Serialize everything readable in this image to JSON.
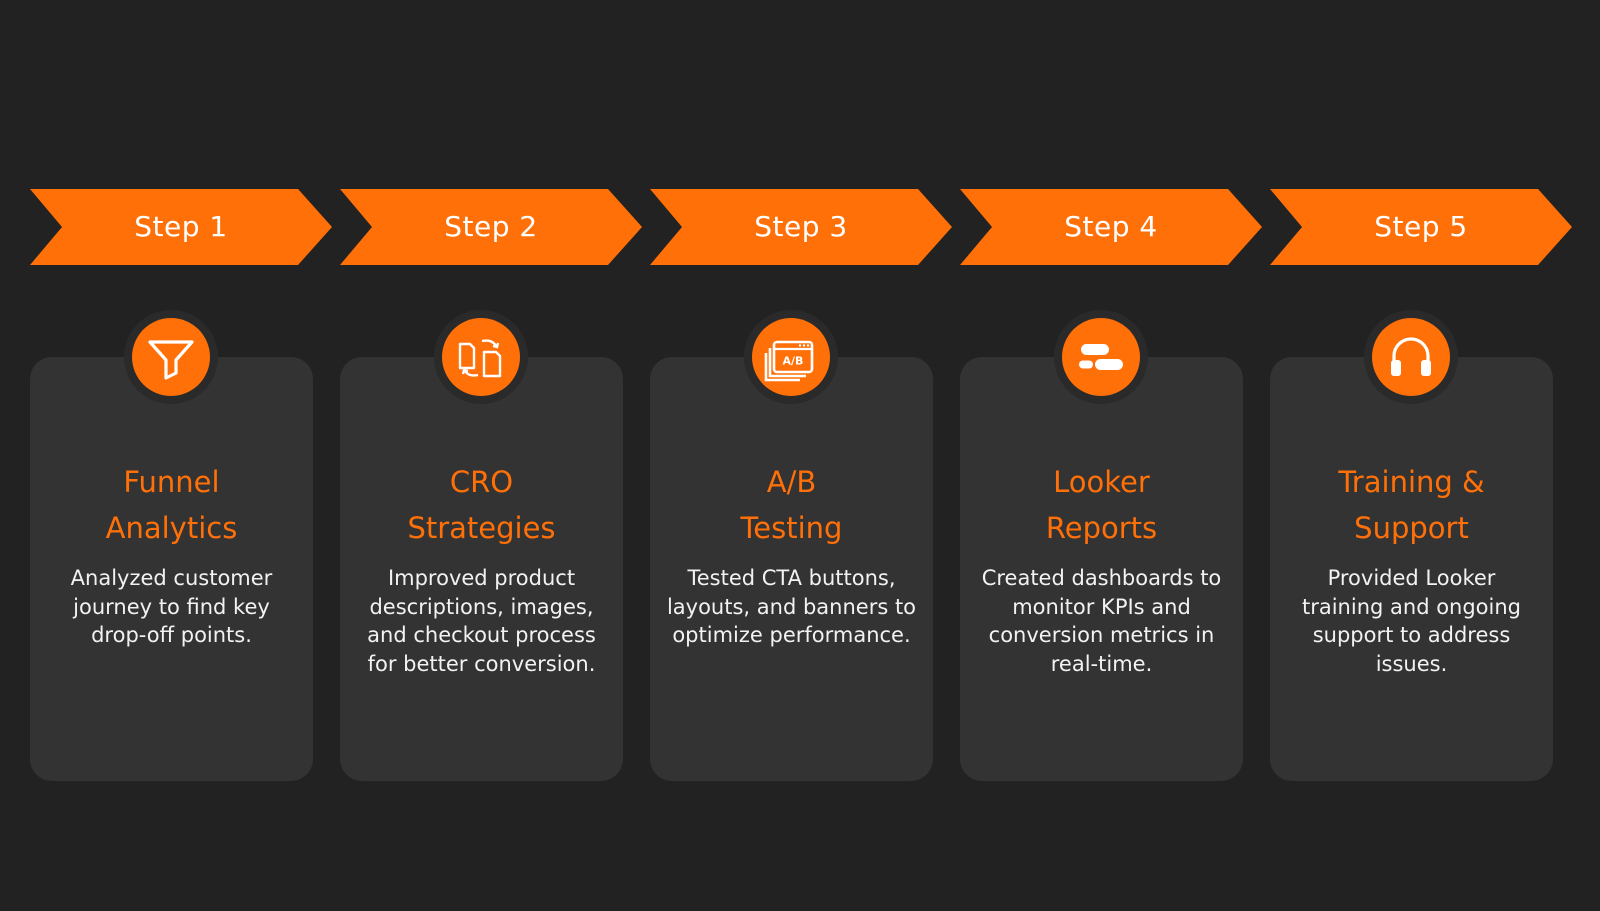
{
  "colors": {
    "background": "#222222",
    "accent": "#ff7008",
    "card": "#333333",
    "text": "#f2f2f2"
  },
  "steps": [
    {
      "label": "Step 1",
      "title_line1": "Funnel",
      "title_line2": "Analytics",
      "description": "Analyzed customer journey to find key drop-off points.",
      "icon": "funnel-icon"
    },
    {
      "label": "Step 2",
      "title_line1": "CRO",
      "title_line2": "Strategies",
      "description": "Improved product descriptions, images, and checkout process for better conversion.",
      "icon": "swap-documents-icon"
    },
    {
      "label": "Step 3",
      "title_line1": "A/B",
      "title_line2": "Testing",
      "description": "Tested CTA buttons, layouts, and banners to optimize performance.",
      "icon": "ab-test-icon",
      "icon_text": "A/B"
    },
    {
      "label": "Step 4",
      "title_line1": "Looker",
      "title_line2": "Reports",
      "description": "Created dashboards to monitor KPIs and conversion metrics in real-time.",
      "icon": "looker-logo-icon"
    },
    {
      "label": "Step 5",
      "title_line1": "Training &",
      "title_line2": "Support",
      "description": "Provided Looker training and ongoing support to address issues.",
      "icon": "headphones-icon"
    }
  ]
}
